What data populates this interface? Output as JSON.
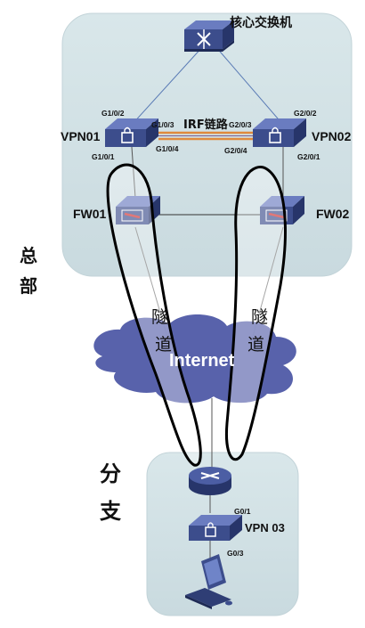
{
  "areas": {
    "hq_label_1": "总",
    "hq_label_2": "部",
    "branch_label_1": "分",
    "branch_label_2": "支"
  },
  "devices": {
    "core_switch": "核心交换机",
    "vpn01": "VPN01",
    "vpn02": "VPN02",
    "fw01": "FW01",
    "fw02": "FW02",
    "vpn03": "VPN 03"
  },
  "links": {
    "irf": "IRF链路"
  },
  "ports": {
    "vpn01_g102": "G1/0/2",
    "vpn01_g103": "G1/0/3",
    "vpn01_g104": "G1/0/4",
    "vpn01_g101": "G1/0/1",
    "vpn02_g202": "G2/0/2",
    "vpn02_g203": "G2/0/3",
    "vpn02_g204": "G2/0/4",
    "vpn02_g201": "G2/0/1",
    "vpn03_g01": "G0/1",
    "vpn03_g03": "G0/3"
  },
  "cloud": {
    "label": "Internet"
  },
  "tunnels": {
    "left_1": "隧",
    "left_2": "道",
    "right_1": "隧",
    "right_2": "道"
  },
  "colors": {
    "panel": "#d3e2e6",
    "device_top": "#3c4d8c",
    "device_side": "#27356a",
    "cloud": "#4f5aa6",
    "irf_link": "#e08a3c"
  }
}
